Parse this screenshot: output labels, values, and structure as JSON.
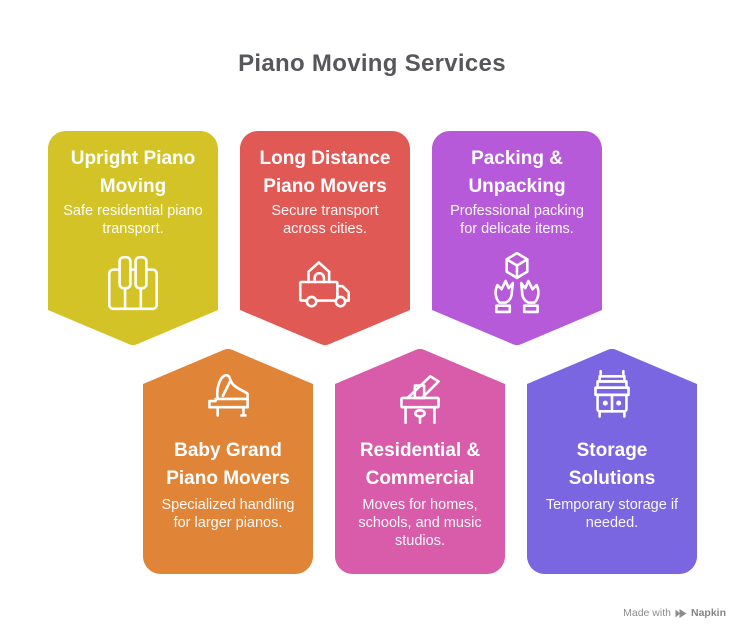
{
  "header": {
    "title": "Piano Moving Services",
    "color": "#56575b"
  },
  "cards": [
    {
      "title": "Upright Piano Moving",
      "description": "Safe residential piano transport.",
      "color": "#d3c326",
      "icon": "upright-piano-keys-icon"
    },
    {
      "title": "Long Distance Piano Movers",
      "description": "Secure transport across cities.",
      "color": "#e15955",
      "icon": "moving-truck-house-icon"
    },
    {
      "title": "Packing & Unpacking",
      "description": "Professional packing for delicate items.",
      "color": "#b65ad9",
      "icon": "hands-holding-box-icon"
    },
    {
      "title": "Baby Grand Piano Movers",
      "description": "Specialized handling for larger pianos.",
      "color": "#e08438",
      "icon": "grand-piano-icon"
    },
    {
      "title": "Residential & Commercial",
      "description": "Moves for homes, schools, and music studios.",
      "color": "#d85ca9",
      "icon": "open-grand-piano-stool-icon"
    },
    {
      "title": "Storage Solutions",
      "description": "Temporary storage if needed.",
      "color": "#7b66e2",
      "icon": "storage-cabinet-icon"
    }
  ],
  "watermark": {
    "made_with": "Made with",
    "brand": "Napkin"
  }
}
